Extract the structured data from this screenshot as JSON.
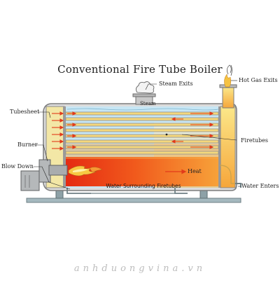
{
  "title": "Conventional Fire Tube Boiler",
  "labels": {
    "steam_exits": "Steam Exits",
    "steam": "Steam",
    "hot_gas_exits": "Hot Gas Exits",
    "tubesheet": "Tubesheet",
    "firetubes": "Firetubes",
    "burner": "Burner",
    "blow_down": "Blow Down",
    "heat": "Heat",
    "water_surrounding_firetubes": "Water Surrounding Firetubes",
    "water_enters": "Water Enters"
  },
  "watermark": "anhduongvina.vn",
  "colors": {
    "water": "#c7e6f4",
    "firetube": "#f4d77c",
    "fire_hot": "#e02a10",
    "fire_warm": "#f6b046",
    "shell_outline": "#7d7d7d",
    "base": "#9fb3b9",
    "burner": "#b5b8ba",
    "arrow": "#e23a1a"
  }
}
